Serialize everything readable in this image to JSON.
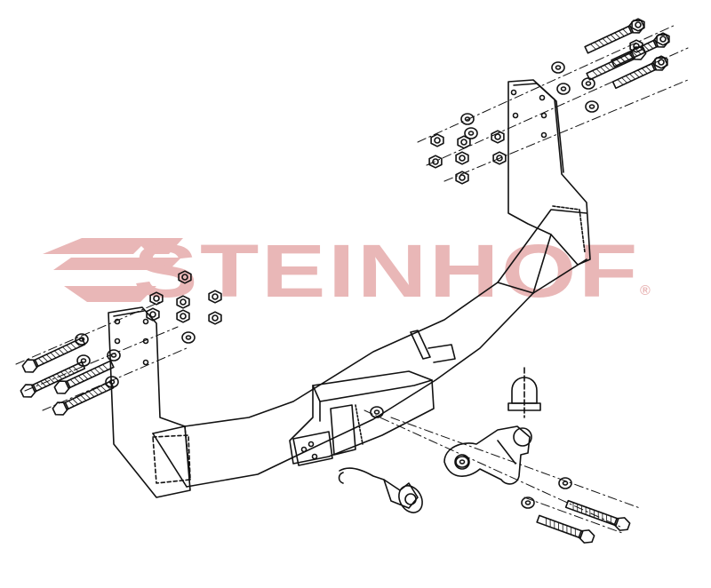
{
  "watermark": {
    "brand": "STEINHOF",
    "registered_mark": "®",
    "color": "#e8b4b4",
    "logo_shape": "stylized-s-stripes"
  },
  "colors": {
    "line": "#111111",
    "background": "#ffffff"
  },
  "parts": [
    {
      "name": "crossbar-beam",
      "icon": "tow-bar-crossbeam"
    },
    {
      "name": "left-bracket",
      "icon": "mounting-plate"
    },
    {
      "name": "right-bracket",
      "icon": "mounting-plate"
    },
    {
      "name": "tow-ball",
      "icon": "ball-neck"
    },
    {
      "name": "ball-cap",
      "icon": "protective-cap"
    },
    {
      "name": "electrical-socket",
      "icon": "socket"
    },
    {
      "name": "bolts",
      "icon": "hex-bolt"
    },
    {
      "name": "nuts",
      "icon": "hex-nut"
    },
    {
      "name": "washers",
      "icon": "washer"
    }
  ]
}
